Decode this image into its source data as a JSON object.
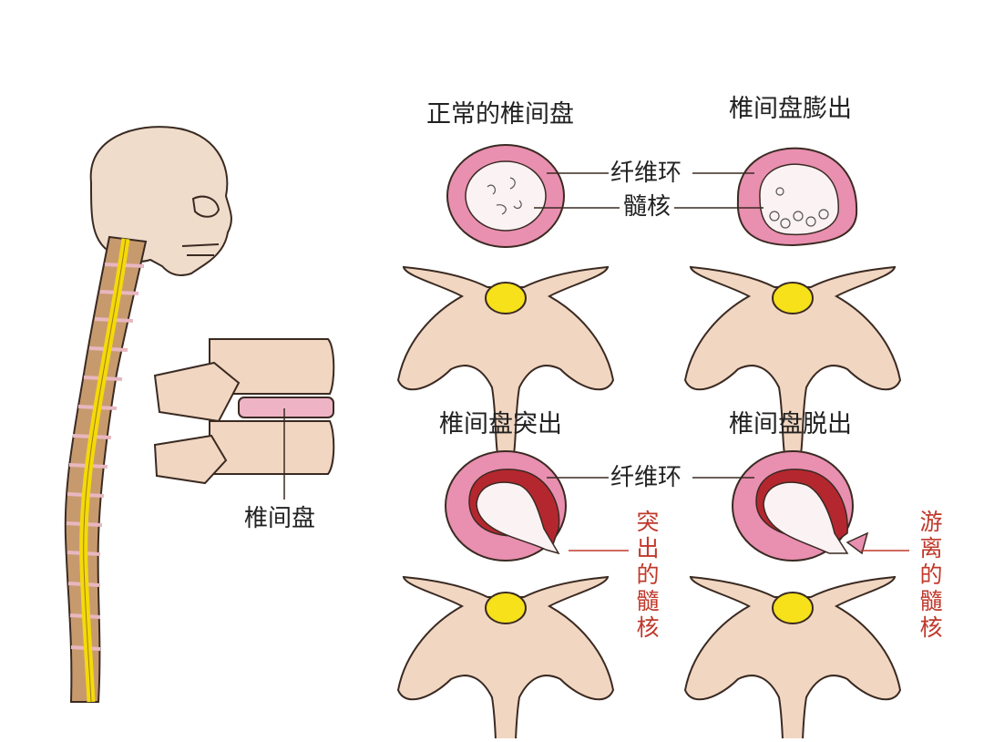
{
  "panels": {
    "normal": {
      "title": "正常的椎间盘"
    },
    "bulge": {
      "title": "椎间盘膨出"
    },
    "protrusion": {
      "title": "椎间盘突出"
    },
    "extrusion": {
      "title": "椎间盘脱出"
    }
  },
  "labels": {
    "annulus_top": "纤维环",
    "nucleus_top": "髓核",
    "annulus_bottom": "纤维环",
    "disc": "椎间盘",
    "protruded_nucleus": "突出的髓核",
    "free_nucleus": "游离的髓核"
  },
  "colors": {
    "bone": "#f1d6c1",
    "bone_stroke": "#3a2a22",
    "annulus": "#e98fb0",
    "nucleus": "#fbf2f4",
    "spinal_cord": "#f5d90a",
    "vertebra_column": "#c79a6e",
    "herniation": "#b5272f",
    "red_label": "#c0392b"
  }
}
